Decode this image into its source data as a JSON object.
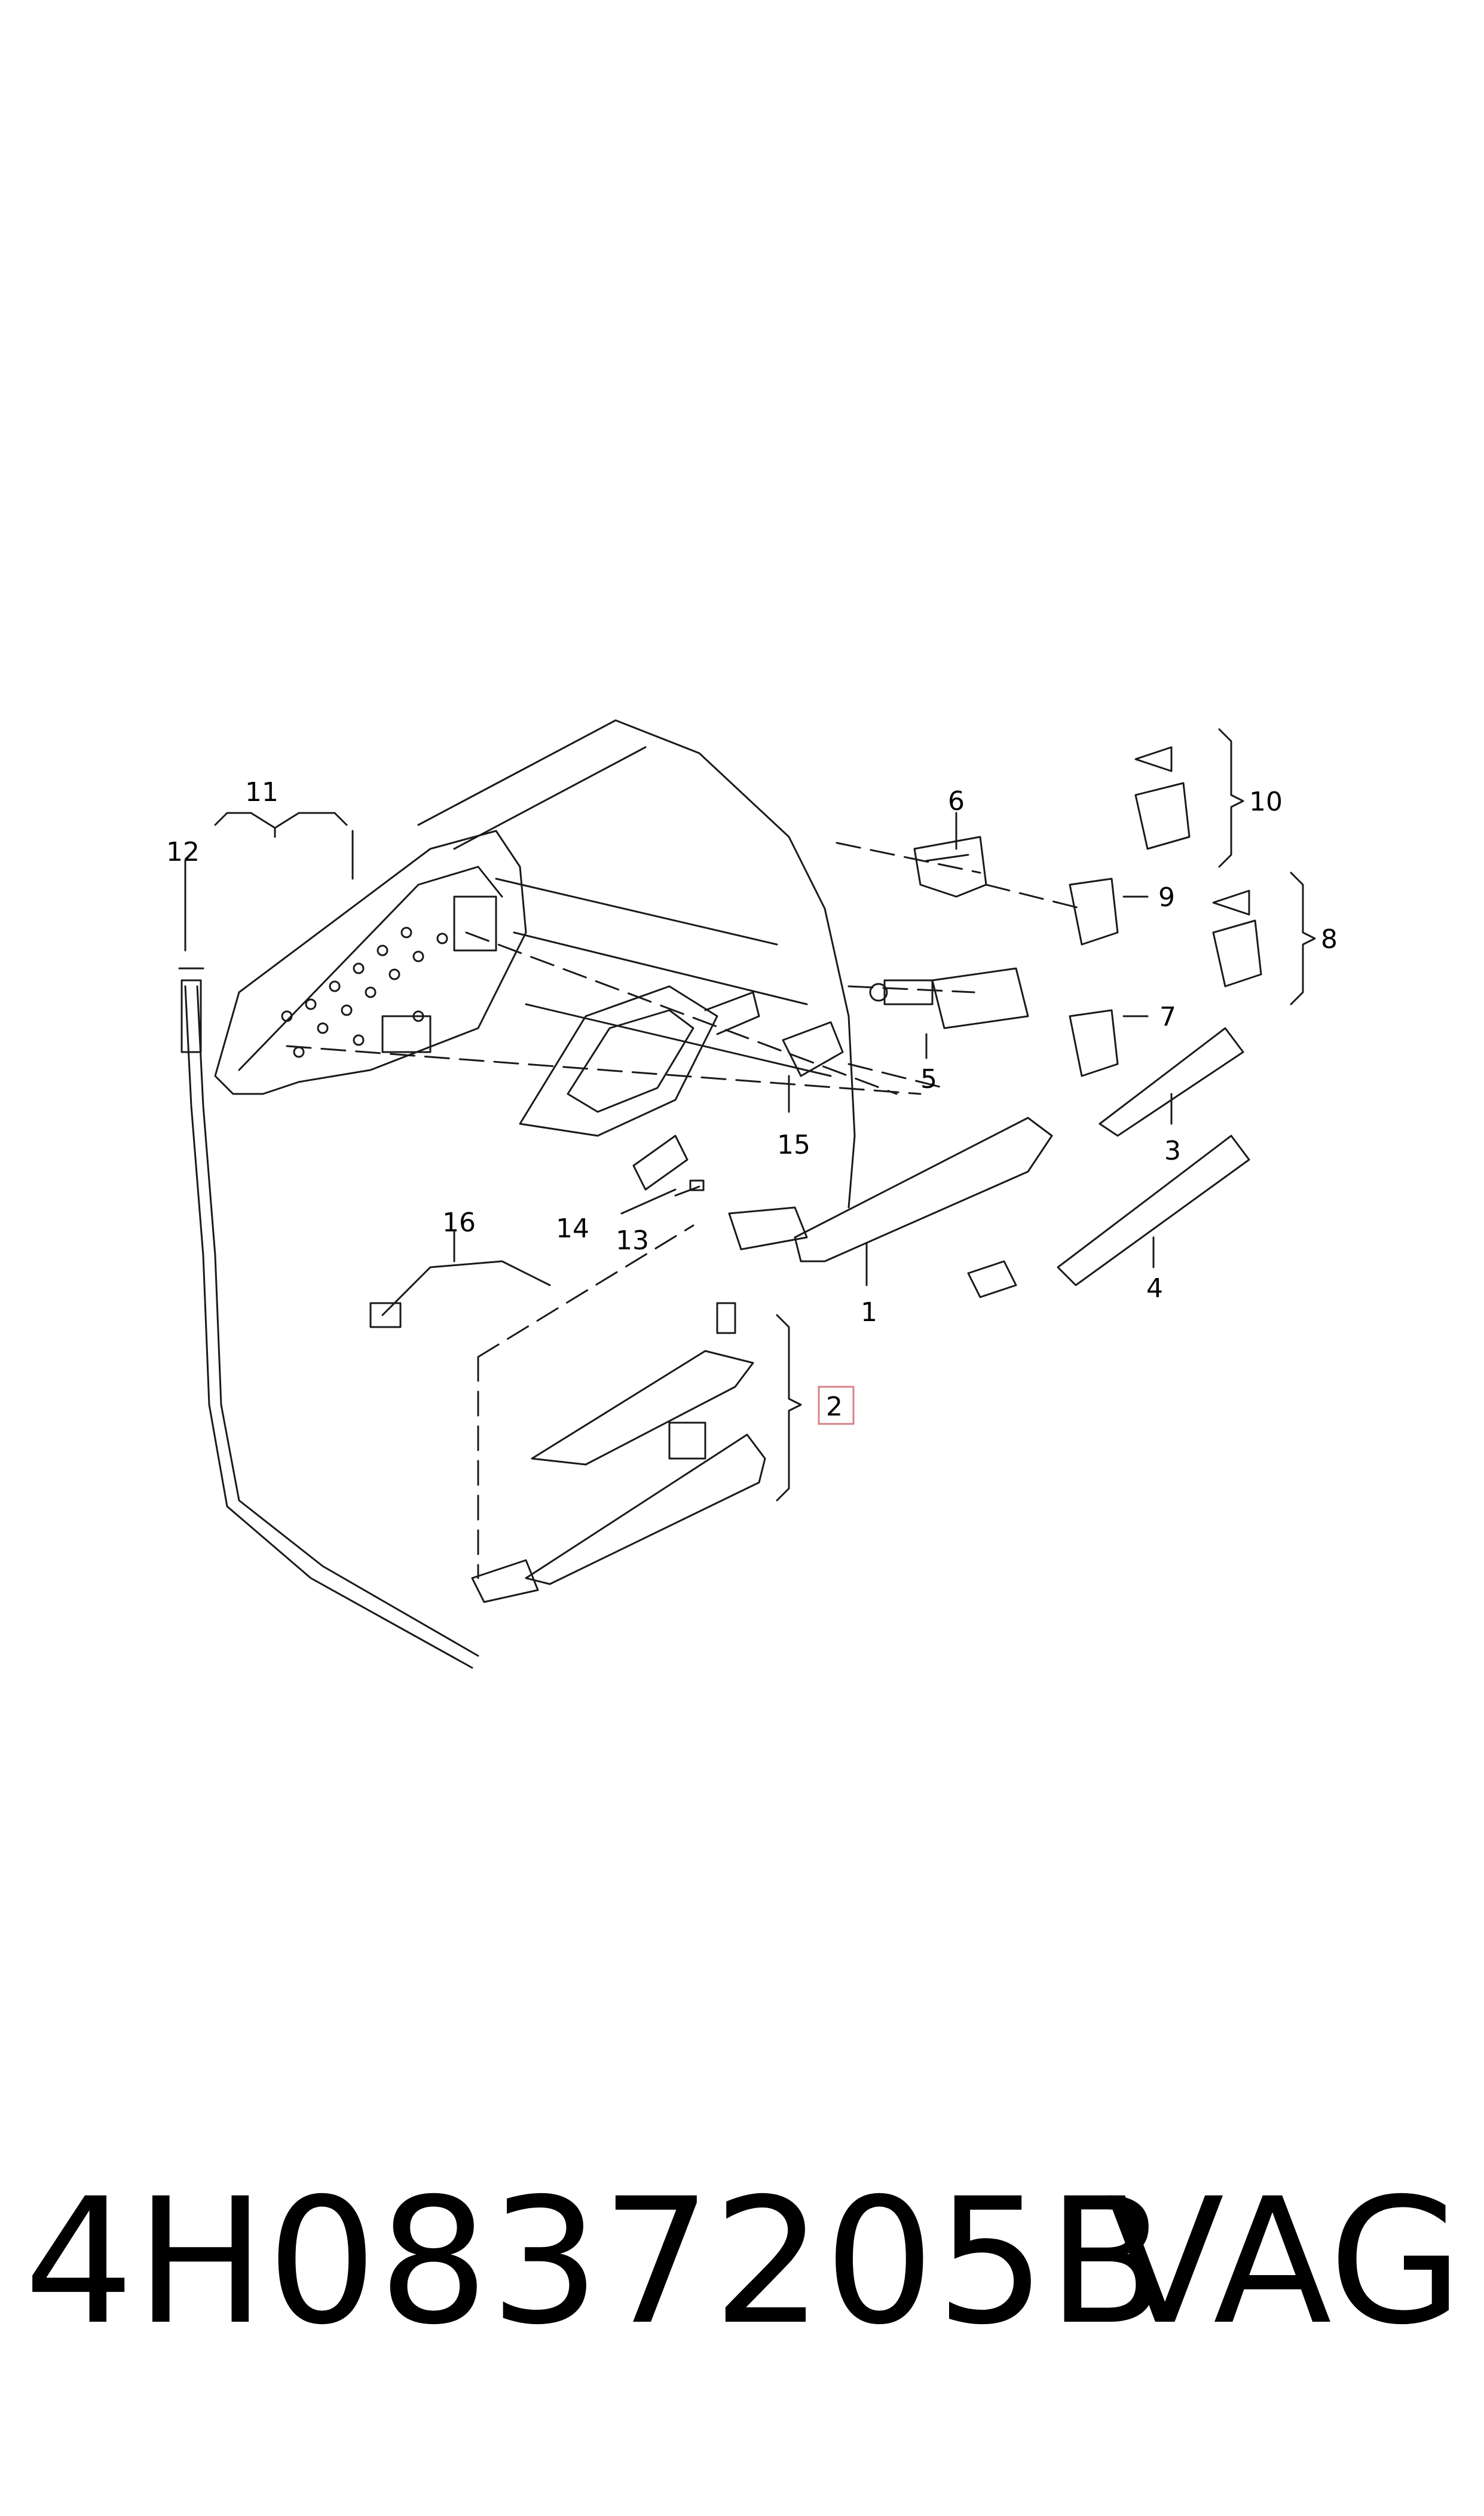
{
  "callouts": [
    "1",
    "2",
    "3",
    "4",
    "5",
    "6",
    "7",
    "8",
    "9",
    "10",
    "11",
    "12",
    "13",
    "14",
    "15",
    "16"
  ],
  "footer": {
    "part_number": "4H0837205B",
    "brand": "VAG"
  },
  "colors": {
    "line": "#1a1a1a",
    "highlight_box": "#d9808a"
  }
}
